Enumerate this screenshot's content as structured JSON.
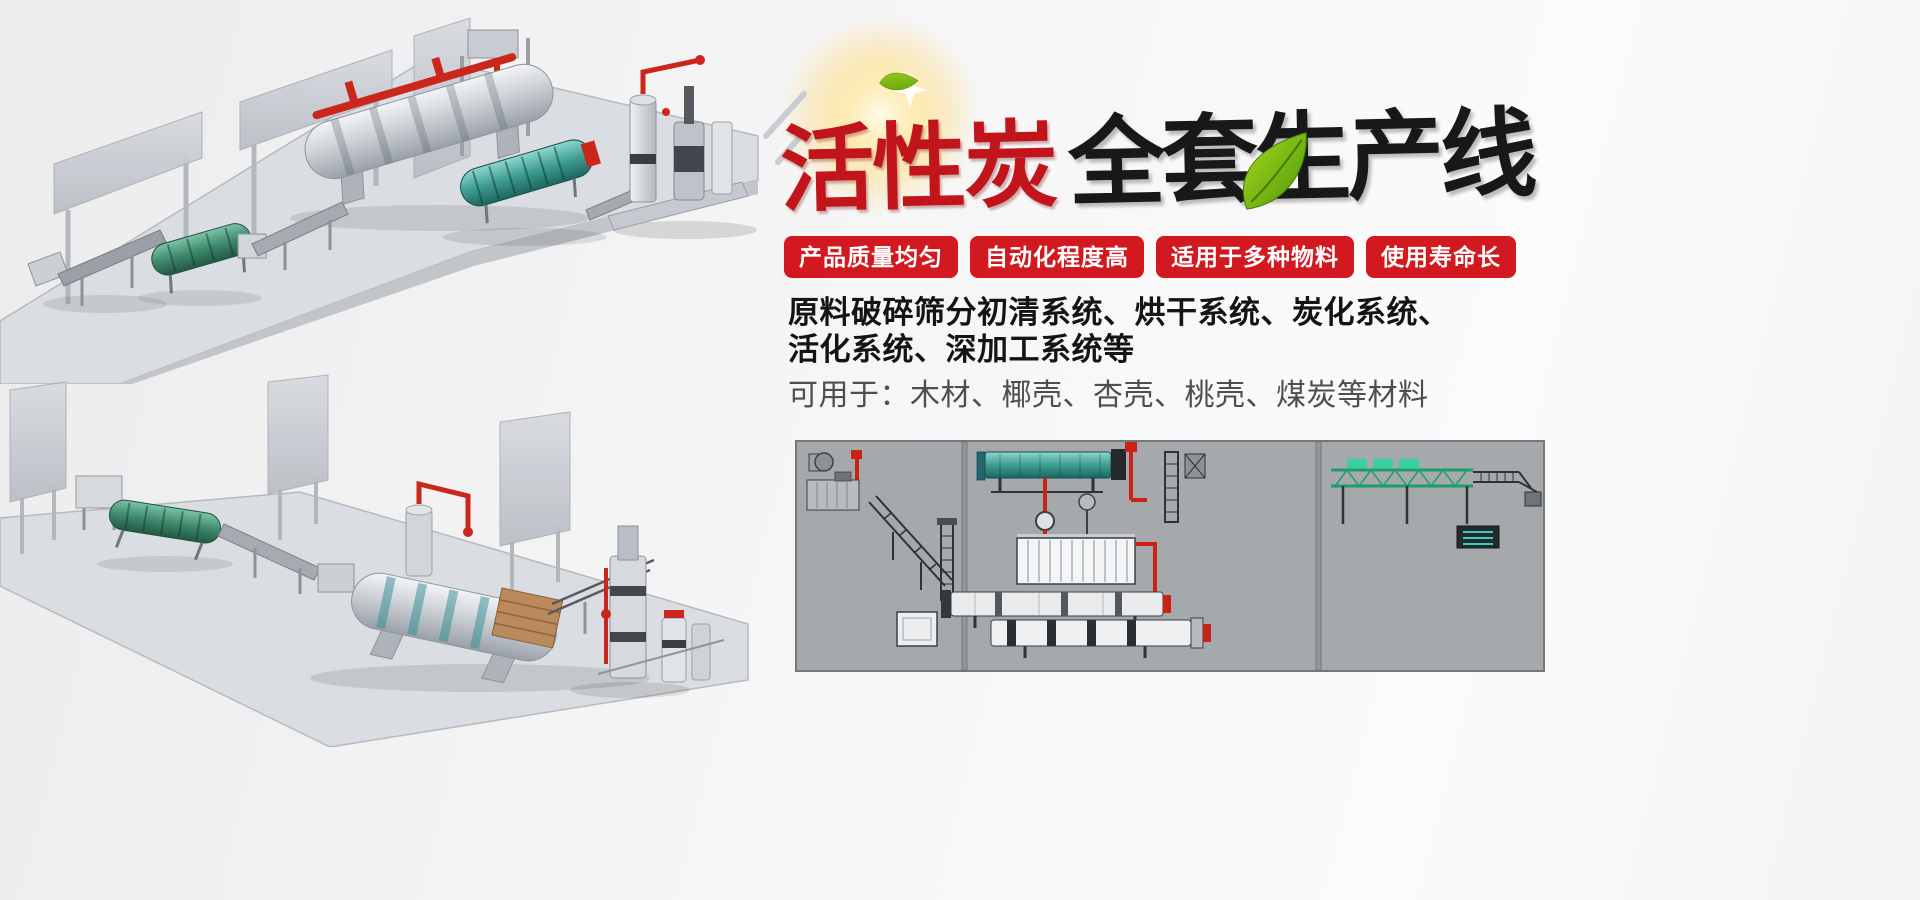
{
  "banner": {
    "title": {
      "highlight": "活性炭",
      "rest": "全套生产线"
    },
    "feature_badges": [
      {
        "label": "产品质量均匀"
      },
      {
        "label": "自动化程度高"
      },
      {
        "label": "适用于多种物料"
      },
      {
        "label": "使用寿命长"
      }
    ],
    "systems_line1": "原料破碎筛分初清系统、烘干系统、炭化系统、",
    "systems_line2": "活化系统、深加工系统等",
    "materials_line": "可用于：木材、椰壳、杏壳、桃壳、煤炭等材料"
  },
  "colors": {
    "badge_red": "#d31920",
    "title_red": "#c2151b",
    "title_black": "#17181a",
    "leaf_green": "#6ab312",
    "pipe_red": "#cb261b",
    "drum_teal": "#3f9d92",
    "schematic_panel_gray": "#a5a9ac"
  },
  "icons": {
    "leaf": "leaf-icon",
    "sparkle": "sparkle-icon"
  }
}
